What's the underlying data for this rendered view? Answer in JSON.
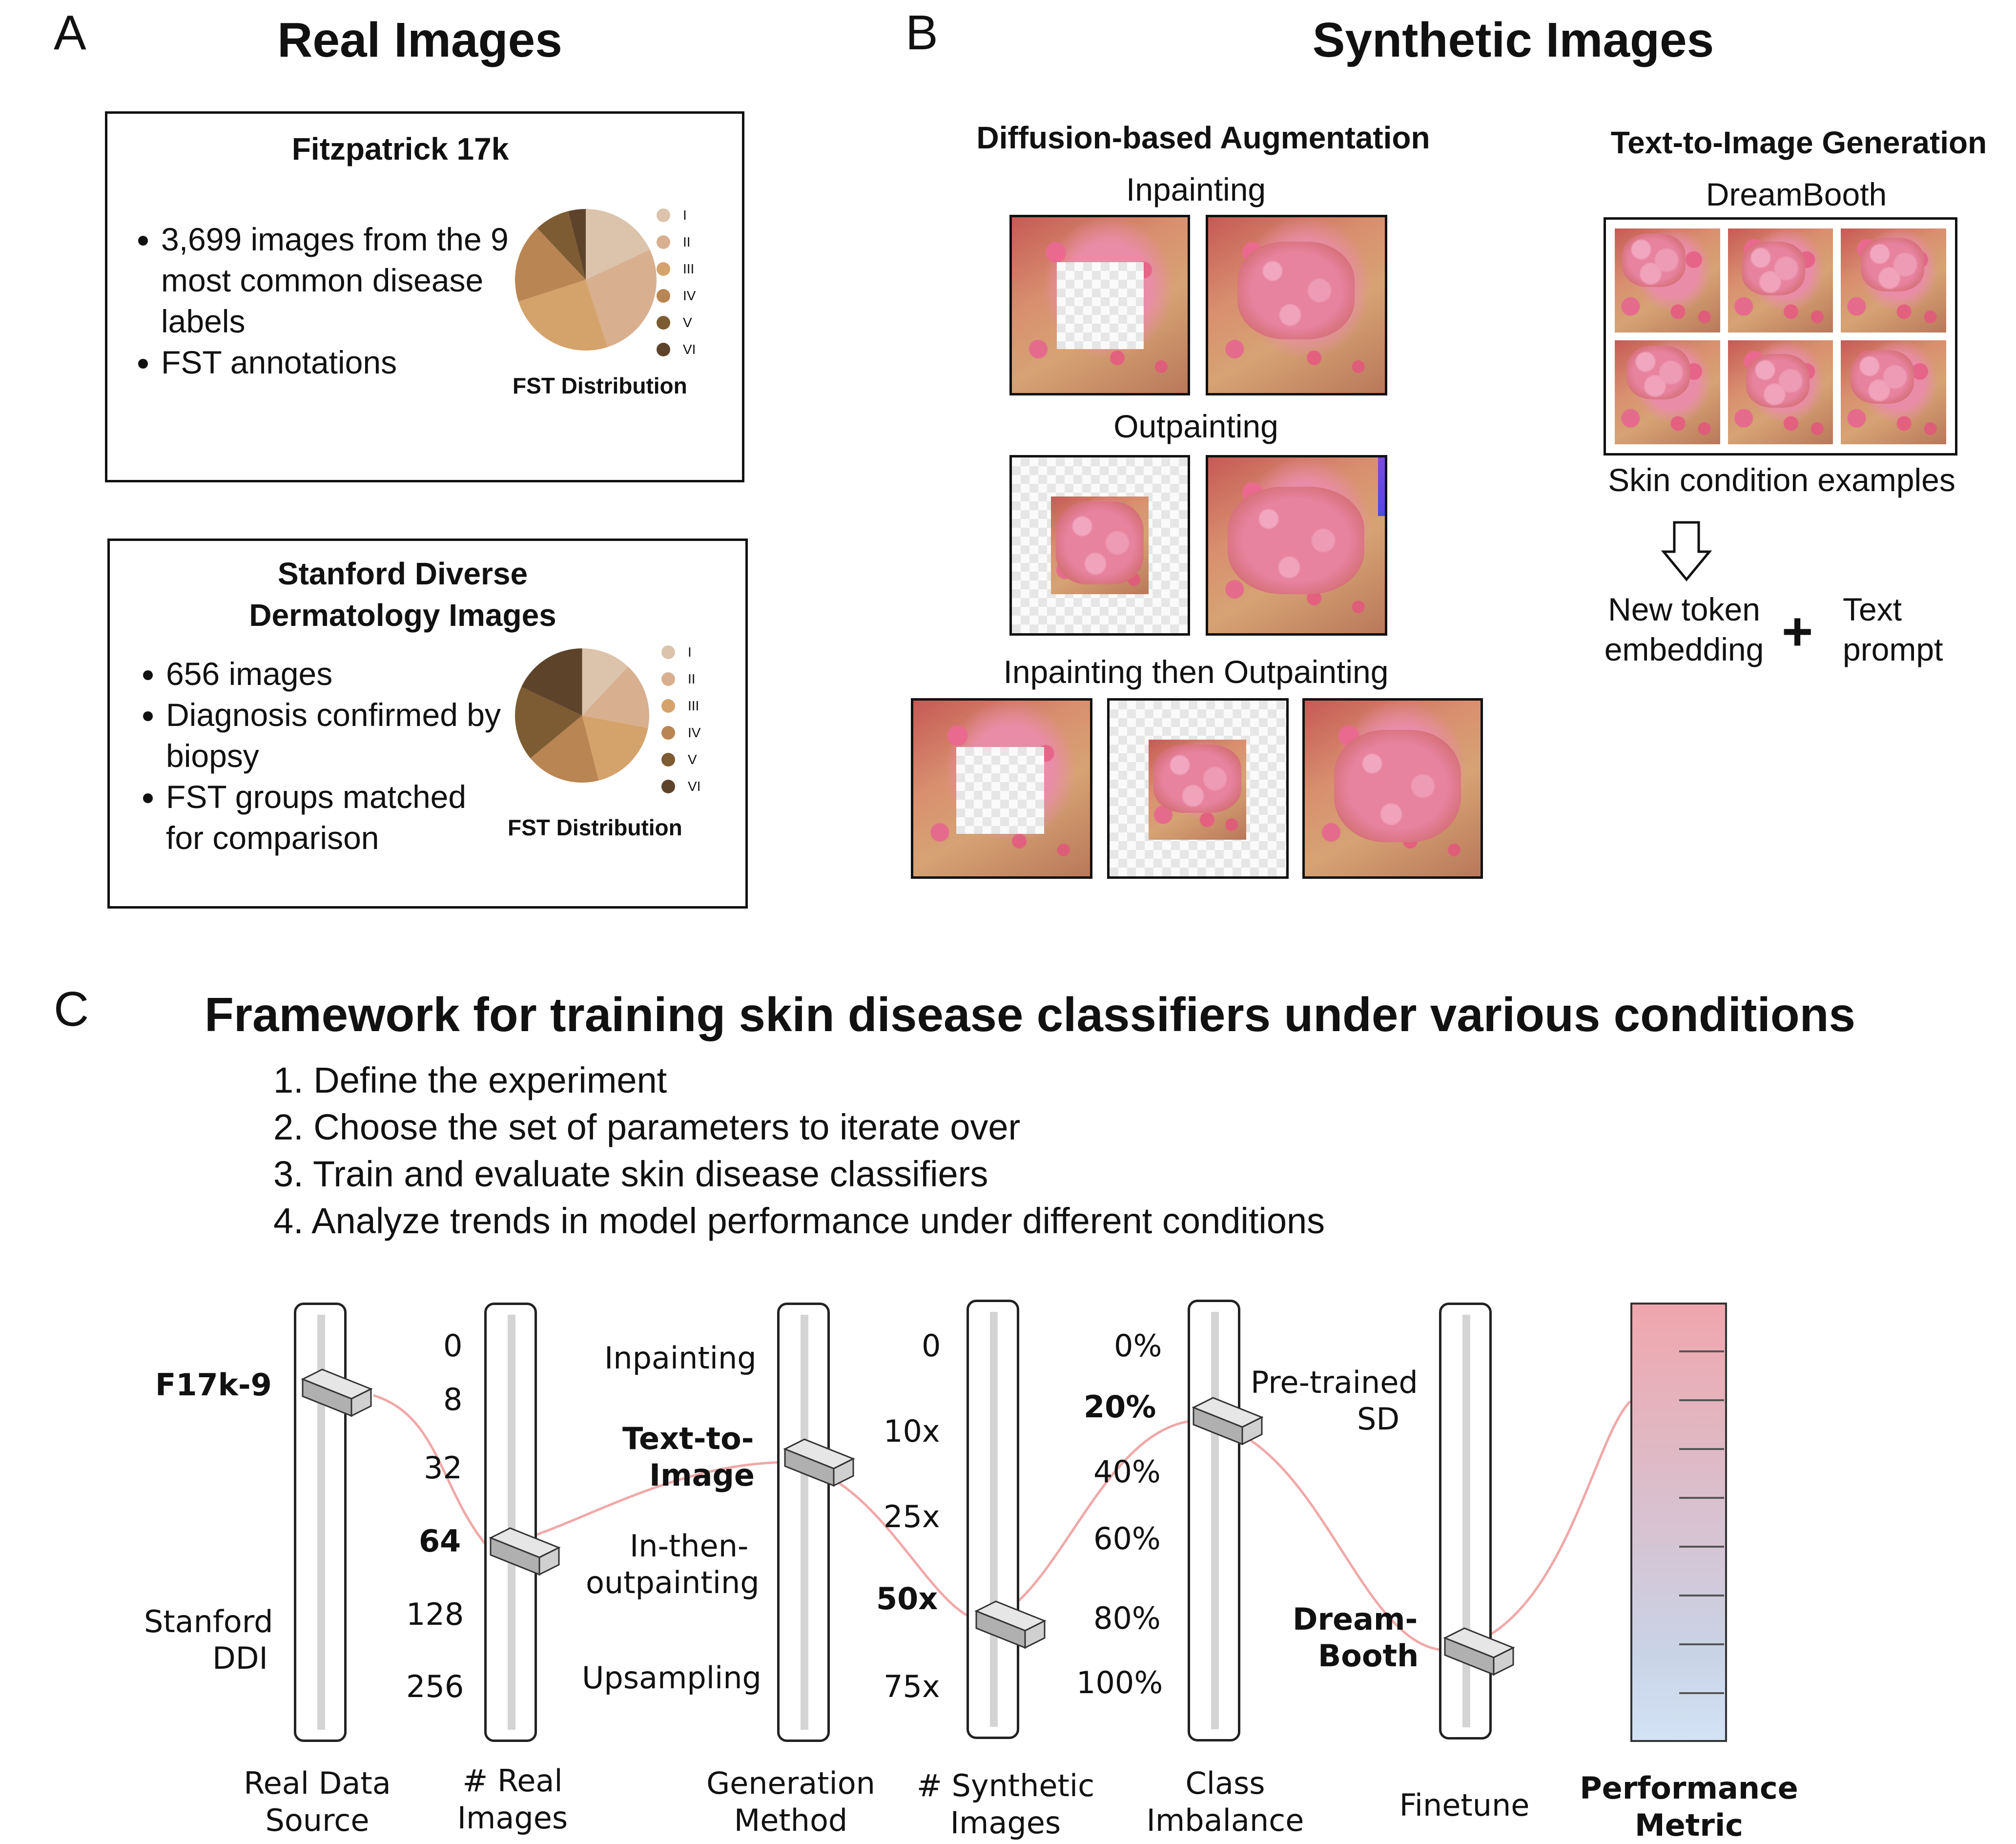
{
  "panel_a": {
    "letter": "A",
    "title": "Real Images",
    "fitz": {
      "title": "Fitzpatrick 17k",
      "bullets": [
        "3,699 images from the 9 most common disease labels",
        "FST annotations"
      ],
      "dist_label": "FST Distribution",
      "legend": [
        "I",
        "II",
        "III",
        "IV",
        "V",
        "VI"
      ]
    },
    "ddi": {
      "title_line1": "Stanford Diverse",
      "title_line2": "Dermatology Images",
      "bullets": [
        "656 images",
        "Diagnosis confirmed by biopsy",
        "FST groups matched for comparison"
      ],
      "dist_label": "FST Distribution",
      "legend": [
        "I",
        "II",
        "III",
        "IV",
        "V",
        "VI"
      ]
    },
    "fst_colors": [
      "#dcc3ab",
      "#d8b08f",
      "#d4a36b",
      "#b98552",
      "#7d5c33",
      "#5e432b"
    ]
  },
  "panel_b": {
    "letter": "B",
    "title": "Synthetic Images",
    "diffusion_title": "Diffusion-based Augmentation",
    "inpainting": "Inpainting",
    "outpainting": "Outpainting",
    "in_then_out": "Inpainting then Outpainting",
    "t2i_title": "Text-to-Image Generation",
    "dreambooth": "DreamBooth",
    "examples_caption": "Skin condition examples",
    "token_line1": "New token",
    "token_line2": "embedding",
    "plus": "+",
    "prompt_line1": "Text",
    "prompt_line2": "prompt"
  },
  "panel_c": {
    "letter": "C",
    "title": "Framework for training skin disease classifiers under various conditions",
    "steps": [
      "1. Define the experiment",
      "2. Choose the set of parameters to iterate over",
      "3. Train and evaluate skin disease classifiers",
      "4. Analyze trends in model performance under different conditions"
    ],
    "sliders": {
      "source": {
        "opt1": "F17k-9",
        "opt2a": "Stanford",
        "opt2b": "DDI",
        "cap1": "Real Data",
        "cap2": "Source"
      },
      "real": {
        "values": [
          "0",
          "8",
          "32",
          "64",
          "128",
          "256"
        ],
        "cap1": "# Real",
        "cap2": "Images"
      },
      "method": {
        "opt1": "Inpainting",
        "opt2a": "Text-to-",
        "opt2b": "Image",
        "opt3a": "In-then-",
        "opt3b": "outpainting",
        "opt4": "Upsampling",
        "cap1": "Generation",
        "cap2": "Method"
      },
      "synthetic": {
        "values": [
          "0",
          "10x",
          "25x",
          "50x",
          "75x"
        ],
        "cap1": "# Synthetic",
        "cap2": "Images"
      },
      "imbalance": {
        "values": [
          "0%",
          "20%",
          "40%",
          "60%",
          "80%",
          "100%"
        ],
        "cap1": "Class",
        "cap2": "Imbalance"
      },
      "finetune": {
        "opt1a": "Pre-trained",
        "opt1b": "SD",
        "opt2a": "Dream-",
        "opt2b": "Booth",
        "cap": "Finetune"
      },
      "metric": {
        "cap1": "Performance",
        "cap2": "Metric"
      }
    }
  }
}
